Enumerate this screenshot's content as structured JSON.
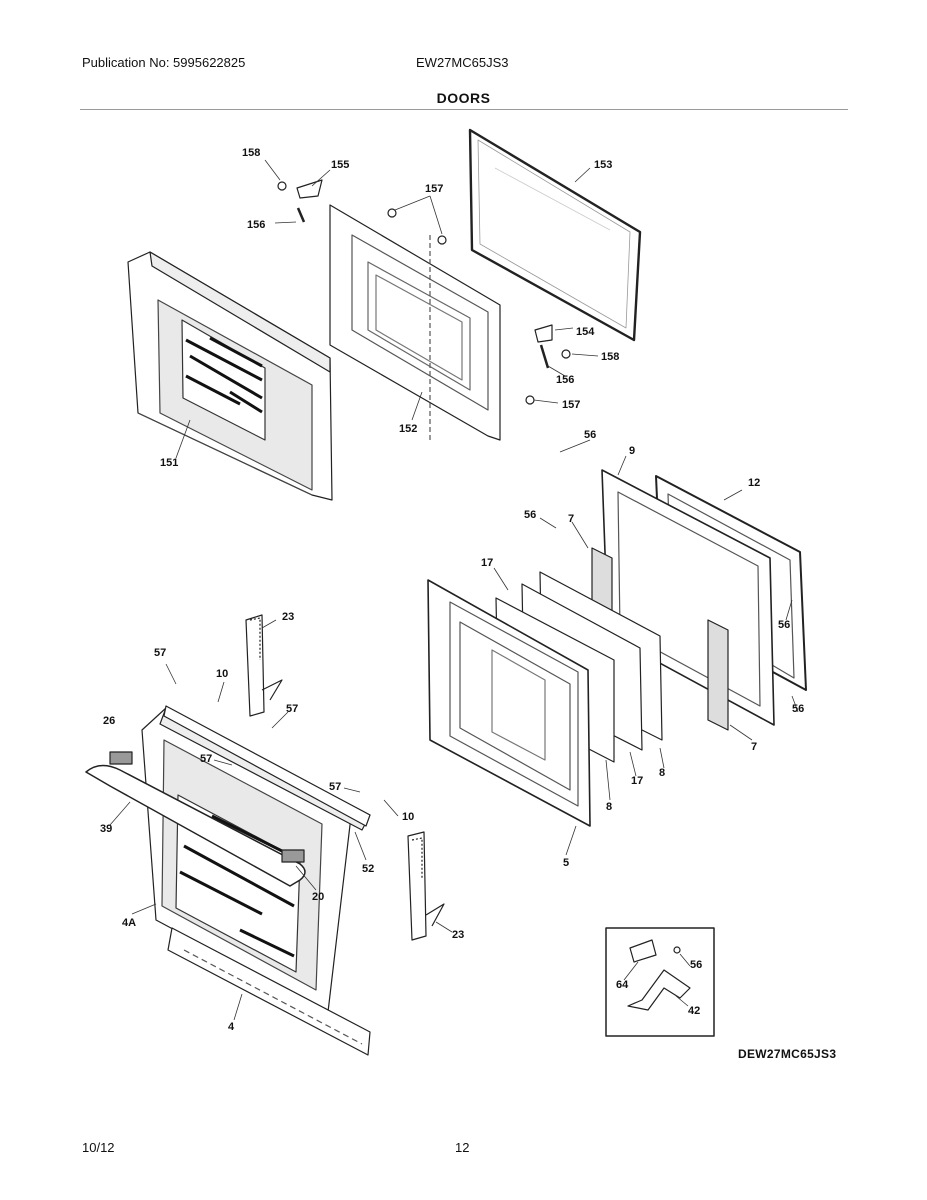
{
  "header": {
    "publication": "Publication No: 5995622825",
    "model": "EW27MC65JS3",
    "section_title": "DOORS"
  },
  "diagram": {
    "code": "DEW27MC65JS3",
    "callouts": [
      "158",
      "155",
      "157",
      "153",
      "156",
      "154",
      "158",
      "156",
      "157",
      "152",
      "151",
      "56",
      "9",
      "12",
      "56",
      "7",
      "56",
      "17",
      "23",
      "57",
      "10",
      "57",
      "26",
      "57",
      "57",
      "10",
      "39",
      "52",
      "20",
      "4A",
      "23",
      "5",
      "8",
      "17",
      "8",
      "7",
      "56",
      "56",
      "64",
      "42",
      "4"
    ]
  },
  "footer": {
    "date": "10/12",
    "page": "12"
  }
}
